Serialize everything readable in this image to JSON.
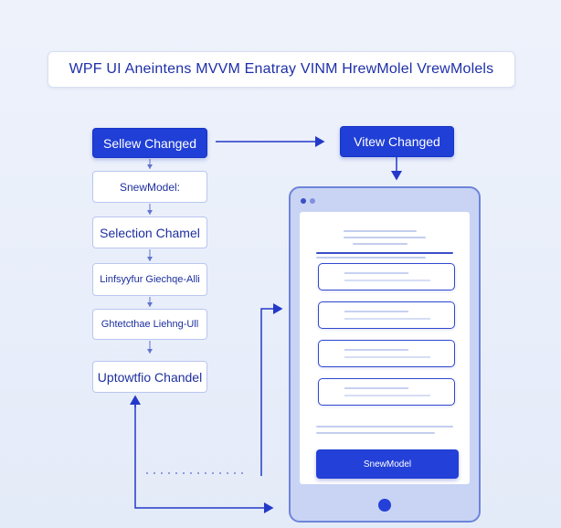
{
  "title": "WPF UI Aneintens MVVM Enatray VINM HrewMolel VrewMolels",
  "left_nodes": {
    "n1": "Sellew Changed",
    "n2": "SnewModel:",
    "n3": "Selection Chamel",
    "n4": "Linfsyyfur Giechqe-Alli",
    "n5": "Ghtetcthae Liehng-Ull",
    "n6": "Uptowtfio Chandel"
  },
  "right_node": "Vitew Changed",
  "phone": {
    "button_label": "SnewModel"
  },
  "colors": {
    "primary": "#1f3fd6",
    "accent_text": "#1d2f9e",
    "arrow": "#2339c8",
    "background": "#eef2fb"
  }
}
